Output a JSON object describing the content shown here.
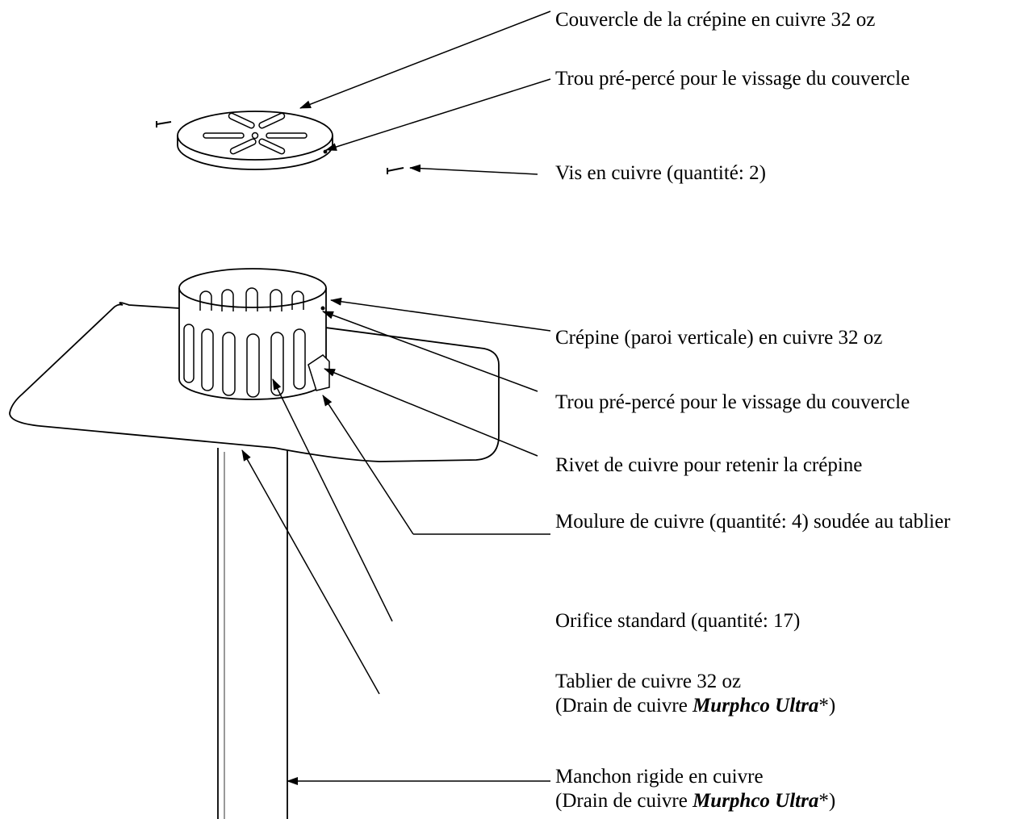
{
  "labels": {
    "cover": "Couvercle de la crépine en cuivre 32 oz",
    "cover_hole": "Trou pré-percé pour le vissage du couvercle",
    "screws": "Vis en cuivre (quantité: 2)",
    "strainer_wall": "Crépine (paroi verticale) en cuivre 32 oz",
    "strainer_hole": "Trou pré-percé pour le vissage du couvercle",
    "rivet": "Rivet de cuivre pour retenir la crépine",
    "molding": "Moulure de cuivre (quantité: 4) soudée au tablier",
    "orifice": "Orifice standard (quantité: 17)",
    "apron_line1": "Tablier de cuivre 32 oz",
    "apron_line2_pre": "(Drain de cuivre ",
    "apron_line2_brand": "Murphco Ultra",
    "apron_line2_post": "*)",
    "sleeve_line1": "Manchon rigide en cuivre",
    "sleeve_line2_pre": "(Drain de cuivre ",
    "sleeve_line2_brand": "Murphco Ultra",
    "sleeve_line2_post": "*)"
  }
}
